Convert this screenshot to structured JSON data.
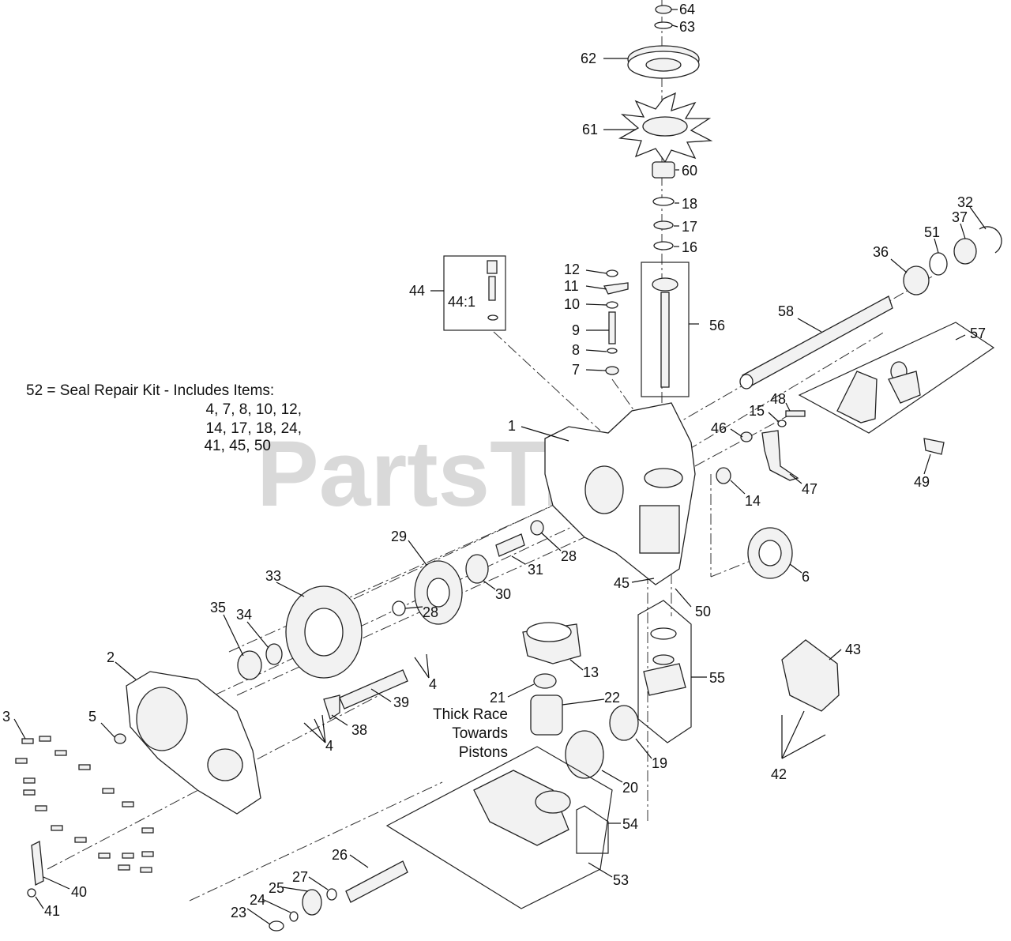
{
  "watermark": "PartsTree",
  "kit_note": {
    "line1": "52 = Seal Repair Kit - Includes Items:",
    "line2": "4, 7, 8, 10, 12,",
    "line3": "14, 17, 18, 24,",
    "line4": "41, 45, 50"
  },
  "annotation": {
    "line1": "Thick Race",
    "line2": "Towards",
    "line3": "Pistons"
  },
  "callouts": [
    {
      "id": "c64",
      "label": "64"
    },
    {
      "id": "c63",
      "label": "63"
    },
    {
      "id": "c62",
      "label": "62"
    },
    {
      "id": "c61",
      "label": "61"
    },
    {
      "id": "c60",
      "label": "60"
    },
    {
      "id": "c18",
      "label": "18"
    },
    {
      "id": "c17",
      "label": "17"
    },
    {
      "id": "c16",
      "label": "16"
    },
    {
      "id": "c56",
      "label": "56"
    },
    {
      "id": "c12",
      "label": "12"
    },
    {
      "id": "c11",
      "label": "11"
    },
    {
      "id": "c10",
      "label": "10"
    },
    {
      "id": "c9",
      "label": "9"
    },
    {
      "id": "c8",
      "label": "8"
    },
    {
      "id": "c7",
      "label": "7"
    },
    {
      "id": "c44",
      "label": "44"
    },
    {
      "id": "c441",
      "label": "44:1"
    },
    {
      "id": "c32",
      "label": "32"
    },
    {
      "id": "c37",
      "label": "37"
    },
    {
      "id": "c51",
      "label": "51"
    },
    {
      "id": "c36",
      "label": "36"
    },
    {
      "id": "c58",
      "label": "58"
    },
    {
      "id": "c57",
      "label": "57"
    },
    {
      "id": "c48",
      "label": "48"
    },
    {
      "id": "c15",
      "label": "15"
    },
    {
      "id": "c46",
      "label": "46"
    },
    {
      "id": "c47",
      "label": "47"
    },
    {
      "id": "c49",
      "label": "49"
    },
    {
      "id": "c14",
      "label": "14"
    },
    {
      "id": "c1",
      "label": "1"
    },
    {
      "id": "c6",
      "label": "6"
    },
    {
      "id": "c29",
      "label": "29"
    },
    {
      "id": "c28a",
      "label": "28"
    },
    {
      "id": "c31",
      "label": "31"
    },
    {
      "id": "c30",
      "label": "30"
    },
    {
      "id": "c45",
      "label": "45"
    },
    {
      "id": "c50",
      "label": "50"
    },
    {
      "id": "c33",
      "label": "33"
    },
    {
      "id": "c28b",
      "label": "28"
    },
    {
      "id": "c34",
      "label": "34"
    },
    {
      "id": "c35",
      "label": "35"
    },
    {
      "id": "c13",
      "label": "13"
    },
    {
      "id": "c55",
      "label": "55"
    },
    {
      "id": "c43",
      "label": "43"
    },
    {
      "id": "c2",
      "label": "2"
    },
    {
      "id": "c4a",
      "label": "4"
    },
    {
      "id": "c21",
      "label": "21"
    },
    {
      "id": "c22",
      "label": "22"
    },
    {
      "id": "c39",
      "label": "39"
    },
    {
      "id": "c3",
      "label": "3"
    },
    {
      "id": "c5",
      "label": "5"
    },
    {
      "id": "c38",
      "label": "38"
    },
    {
      "id": "c4b",
      "label": "4"
    },
    {
      "id": "c19",
      "label": "19"
    },
    {
      "id": "c20",
      "label": "20"
    },
    {
      "id": "c42",
      "label": "42"
    },
    {
      "id": "c54",
      "label": "54"
    },
    {
      "id": "c53",
      "label": "53"
    },
    {
      "id": "c26",
      "label": "26"
    },
    {
      "id": "c27",
      "label": "27"
    },
    {
      "id": "c25",
      "label": "25"
    },
    {
      "id": "c24",
      "label": "24"
    },
    {
      "id": "c23",
      "label": "23"
    },
    {
      "id": "c40",
      "label": "40"
    },
    {
      "id": "c41",
      "label": "41"
    }
  ]
}
